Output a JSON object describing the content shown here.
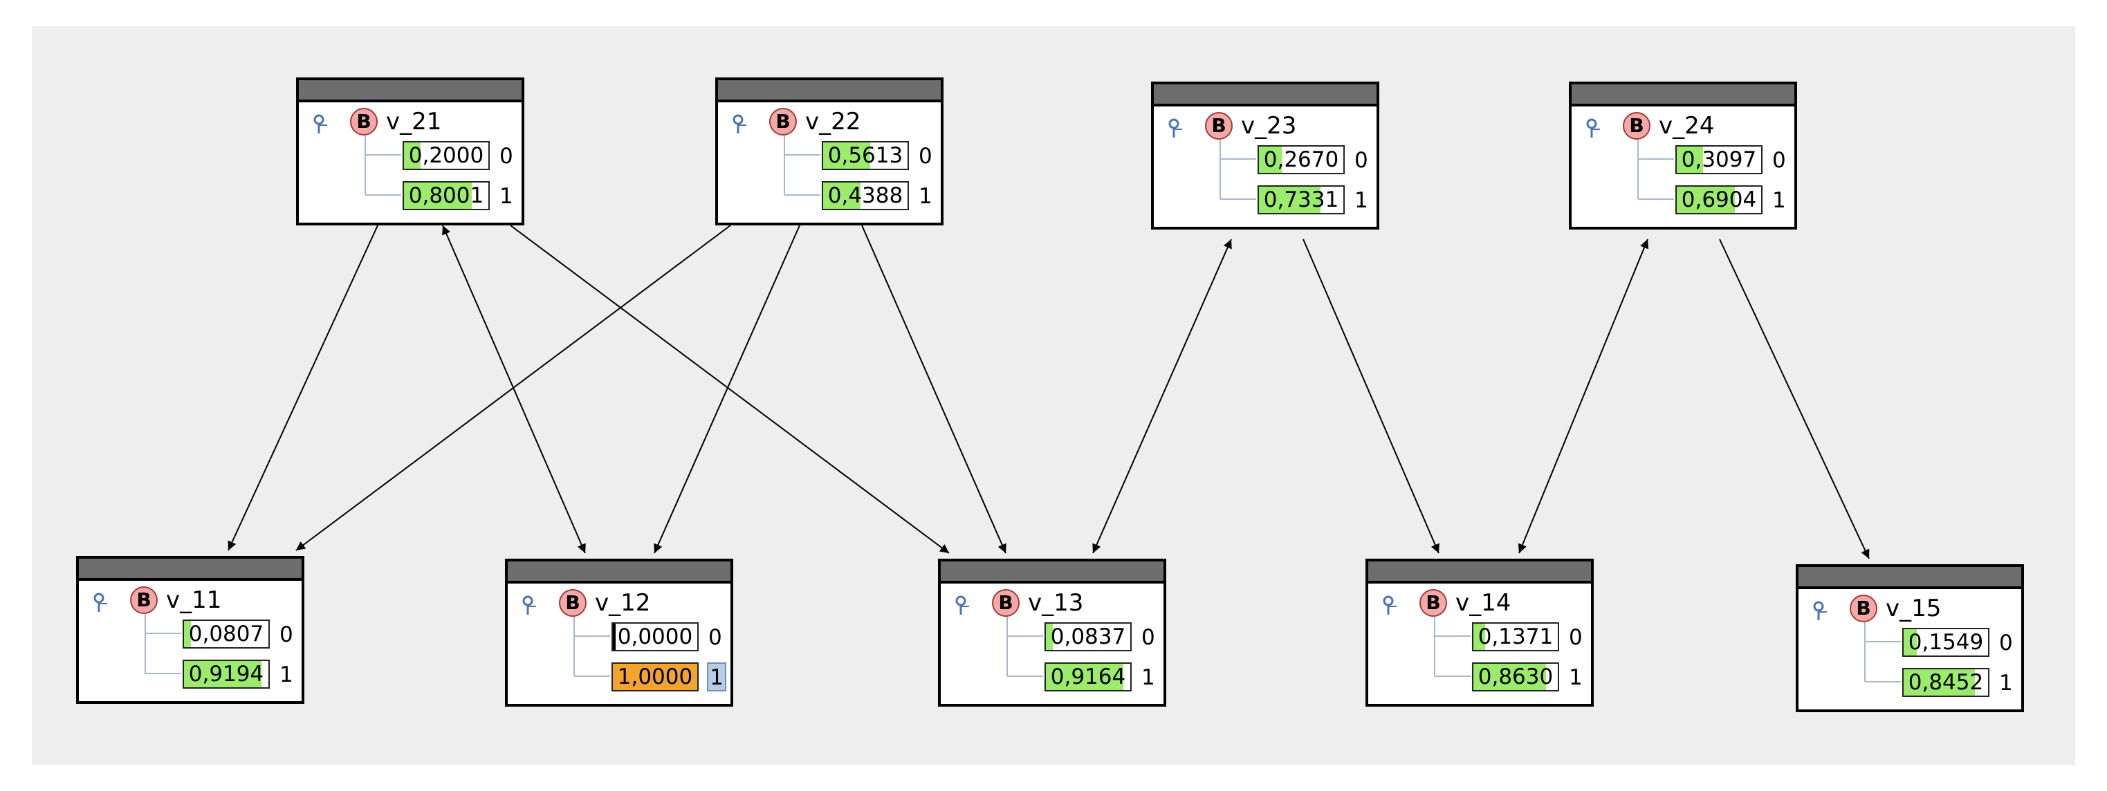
{
  "nodes": [
    {
      "id": "v21",
      "label": "v_21",
      "badge": "B",
      "states": [
        {
          "value": "0,2000",
          "prob": 0.2,
          "state": "0"
        },
        {
          "value": "0,8001",
          "prob": 0.8001,
          "state": "1"
        }
      ]
    },
    {
      "id": "v22",
      "label": "v_22",
      "badge": "B",
      "states": [
        {
          "value": "0,5613",
          "prob": 0.5613,
          "state": "0"
        },
        {
          "value": "0,4388",
          "prob": 0.4388,
          "state": "1"
        }
      ]
    },
    {
      "id": "v23",
      "label": "v_23",
      "badge": "B",
      "states": [
        {
          "value": "0,2670",
          "prob": 0.267,
          "state": "0"
        },
        {
          "value": "0,7331",
          "prob": 0.7331,
          "state": "1"
        }
      ]
    },
    {
      "id": "v24",
      "label": "v_24",
      "badge": "B",
      "states": [
        {
          "value": "0,3097",
          "prob": 0.3097,
          "state": "0"
        },
        {
          "value": "0,6904",
          "prob": 0.6904,
          "state": "1"
        }
      ]
    },
    {
      "id": "v11",
      "label": "v_11",
      "badge": "B",
      "states": [
        {
          "value": "0,0807",
          "prob": 0.0807,
          "state": "0"
        },
        {
          "value": "0,9194",
          "prob": 0.9194,
          "state": "1"
        }
      ]
    },
    {
      "id": "v12",
      "label": "v_12",
      "badge": "B",
      "evidence": true,
      "states": [
        {
          "value": "0,0000",
          "prob": 0.0,
          "state": "0"
        },
        {
          "value": "1,0000",
          "prob": 1.0,
          "state": "1",
          "selected": true
        }
      ]
    },
    {
      "id": "v13",
      "label": "v_13",
      "badge": "B",
      "states": [
        {
          "value": "0,0837",
          "prob": 0.0837,
          "state": "0"
        },
        {
          "value": "0,9164",
          "prob": 0.9164,
          "state": "1"
        }
      ]
    },
    {
      "id": "v14",
      "label": "v_14",
      "badge": "B",
      "states": [
        {
          "value": "0,1371",
          "prob": 0.1371,
          "state": "0"
        },
        {
          "value": "0,8630",
          "prob": 0.863,
          "state": "1"
        }
      ]
    },
    {
      "id": "v15",
      "label": "v_15",
      "badge": "B",
      "states": [
        {
          "value": "0,1549",
          "prob": 0.1549,
          "state": "0"
        },
        {
          "value": "0,8452",
          "prob": 0.8452,
          "state": "1"
        }
      ]
    }
  ],
  "edges": [
    {
      "from": "v21",
      "to": "v11"
    },
    {
      "from": "v21",
      "to": "v12",
      "bidirectional": true
    },
    {
      "from": "v21",
      "to": "v13"
    },
    {
      "from": "v22",
      "to": "v11"
    },
    {
      "from": "v22",
      "to": "v12"
    },
    {
      "from": "v22",
      "to": "v13"
    },
    {
      "from": "v23",
      "to": "v13",
      "bidirectional": true
    },
    {
      "from": "v23",
      "to": "v14"
    },
    {
      "from": "v24",
      "to": "v14",
      "bidirectional": true
    },
    {
      "from": "v24",
      "to": "v15"
    }
  ],
  "colors": {
    "fill": "#9aec6a",
    "evidence_fill": "#f2a42c",
    "header": "#6d6d6d",
    "badge": "#f4a9a8",
    "canvas": "#eeeeee"
  },
  "icons": {
    "pin": "pin-icon",
    "badge": "boolean-badge-icon"
  }
}
